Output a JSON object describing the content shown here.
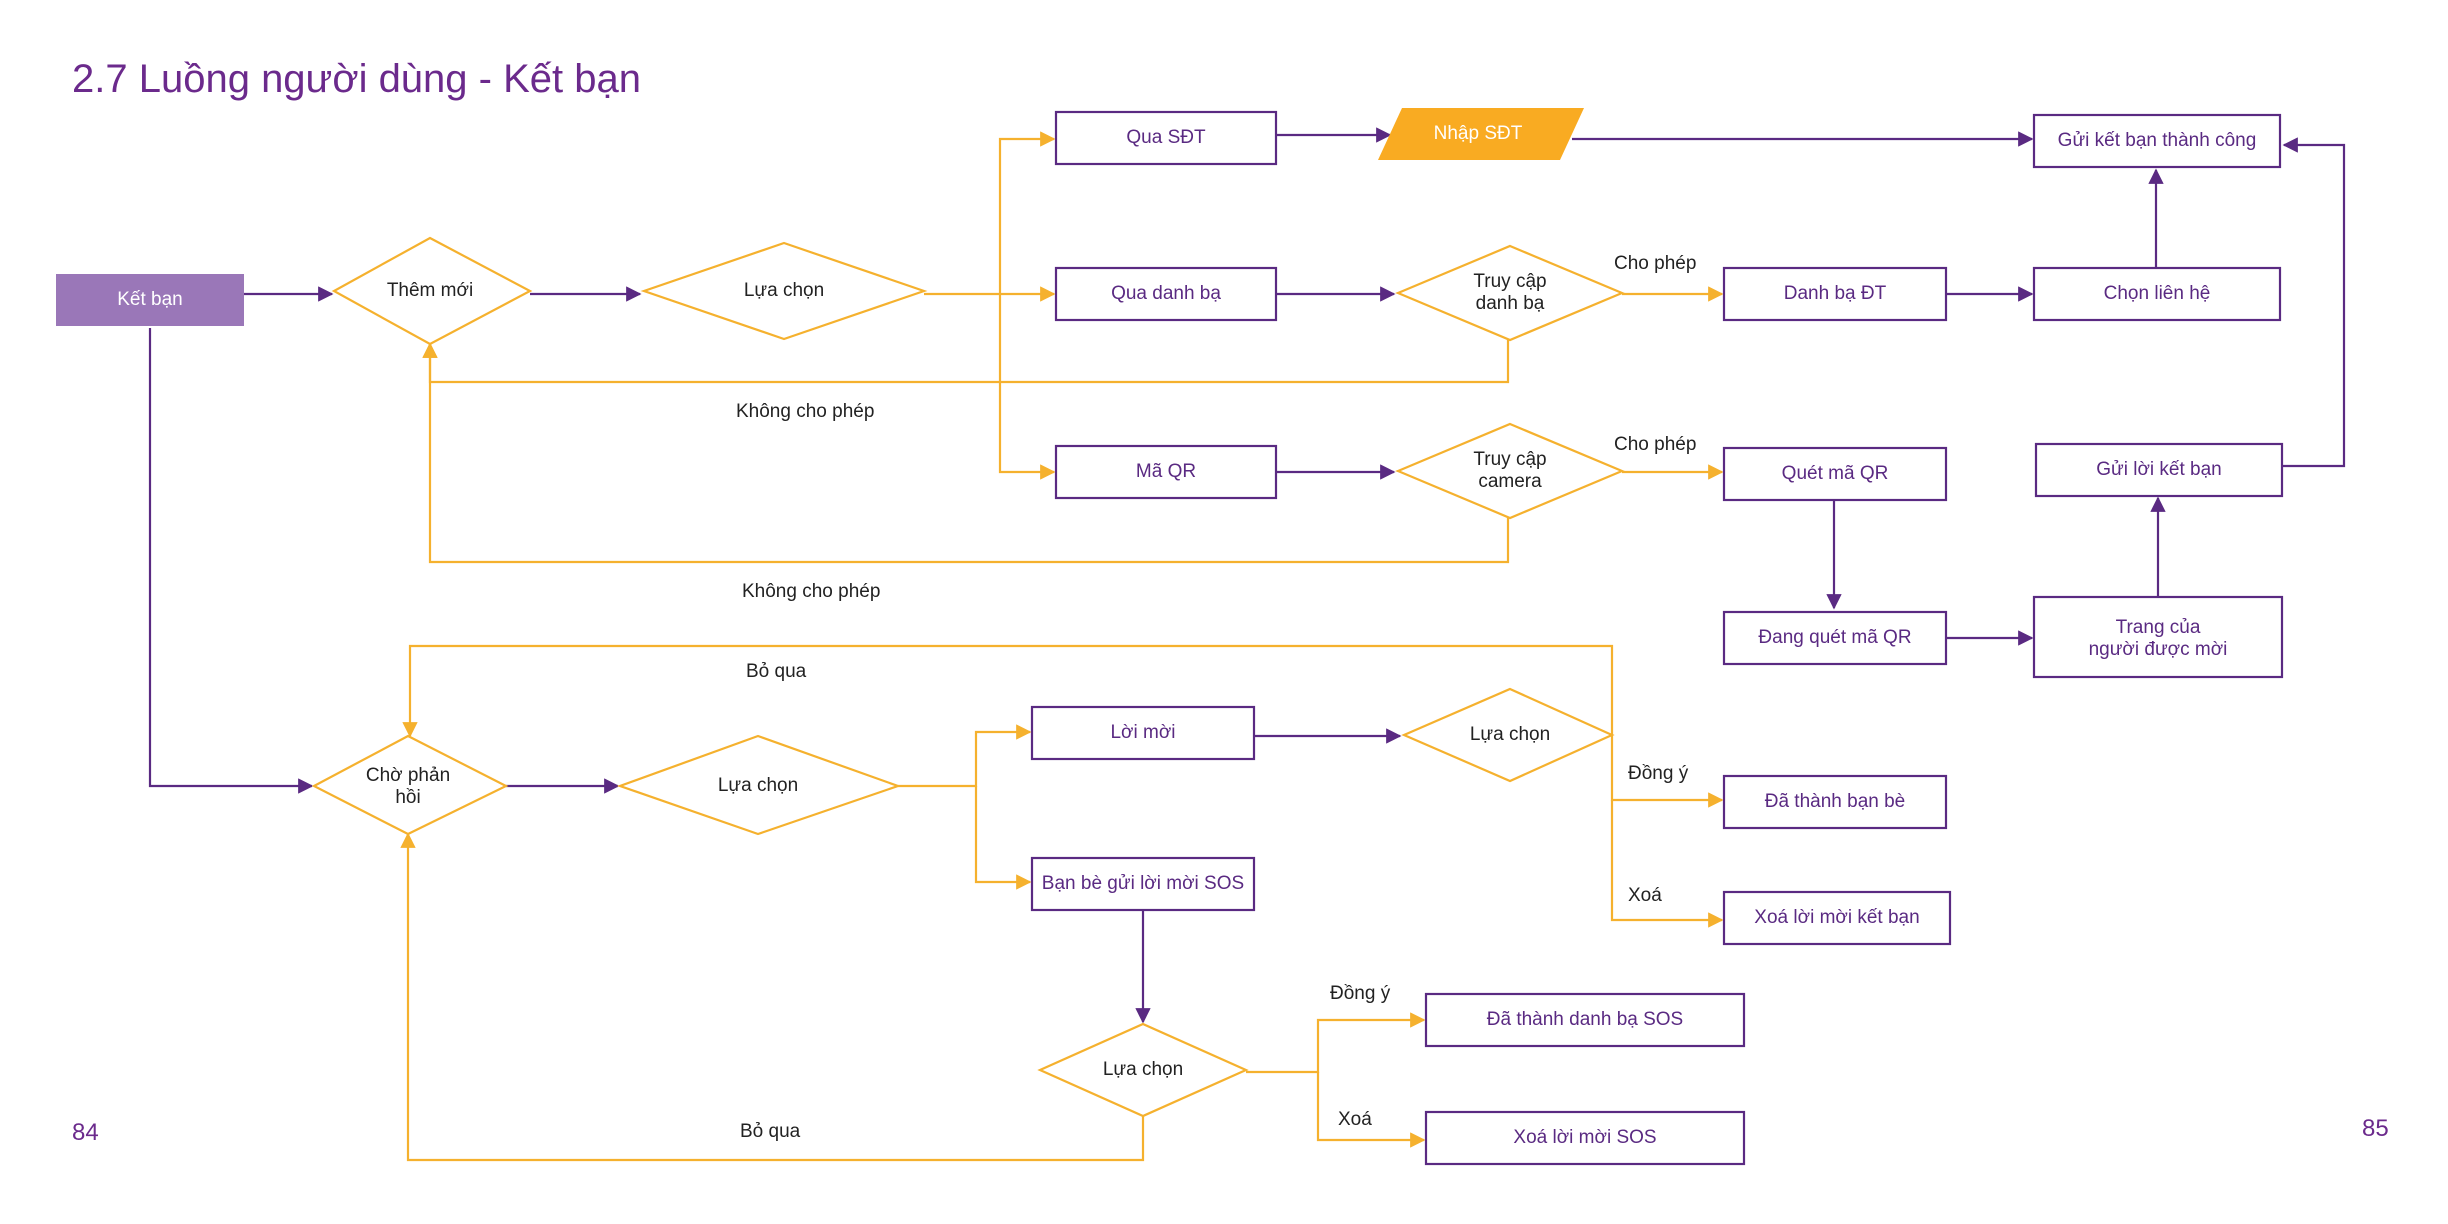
{
  "title": "2.7 Luồng người dùng - Kết bạn",
  "page_left": "84",
  "page_right": "85",
  "colors": {
    "purple": "#5a2a82",
    "purple_fill": "#9a77b8",
    "orange": "#f5b12e",
    "orange_fill": "#f9ab22"
  },
  "nodes": {
    "ket_ban": "Kết bạn",
    "them_moi": "Thêm mới",
    "lua_chon_1": "Lựa chọn",
    "qua_sdt": "Qua SĐT",
    "nhap_sdt": "Nhập SĐT",
    "gui_thanh_cong": "Gửi kết bạn thành công",
    "qua_danh_ba": "Qua danh bạ",
    "truy_cap_danh_ba": [
      "Truy cập",
      "danh bạ"
    ],
    "danh_ba_dt": "Danh bạ ĐT",
    "chon_lien_he": "Chọn liên hệ",
    "ma_qr": "Mã QR",
    "truy_cap_camera": [
      "Truy cập",
      "camera"
    ],
    "quet_ma_qr": "Quét mã QR",
    "dang_quet": "Đang quét mã QR",
    "trang_nguoi_moi": [
      "Trang của",
      "người được mời"
    ],
    "gui_loi_ket_ban": "Gửi lời kết bạn",
    "cho_phan_hoi": [
      "Chờ phản",
      "hồi"
    ],
    "lua_chon_2": "Lựa chọn",
    "loi_moi": "Lời mời",
    "lua_chon_3": "Lựa chọn",
    "da_thanh_ban_be": "Đã thành bạn bè",
    "xoa_loi_moi_ket_ban": "Xoá lời mời kết bạn",
    "ban_be_sos": "Bạn bè gửi lời mời SOS",
    "lua_chon_4": "Lựa chọn",
    "da_thanh_sos": "Đã thành danh bạ SOS",
    "xoa_loi_moi_sos": "Xoá lời mời SOS"
  },
  "labels": {
    "cho_phep_1": "Cho phép",
    "cho_phep_2": "Cho phép",
    "khong_cho_phep_1": "Không cho phép",
    "khong_cho_phep_2": "Không cho phép",
    "bo_qua_1": "Bỏ qua",
    "bo_qua_2": "Bỏ qua",
    "dong_y_1": "Đồng ý",
    "xoa_1": "Xoá",
    "dong_y_2": "Đồng ý",
    "xoa_2": "Xoá"
  }
}
